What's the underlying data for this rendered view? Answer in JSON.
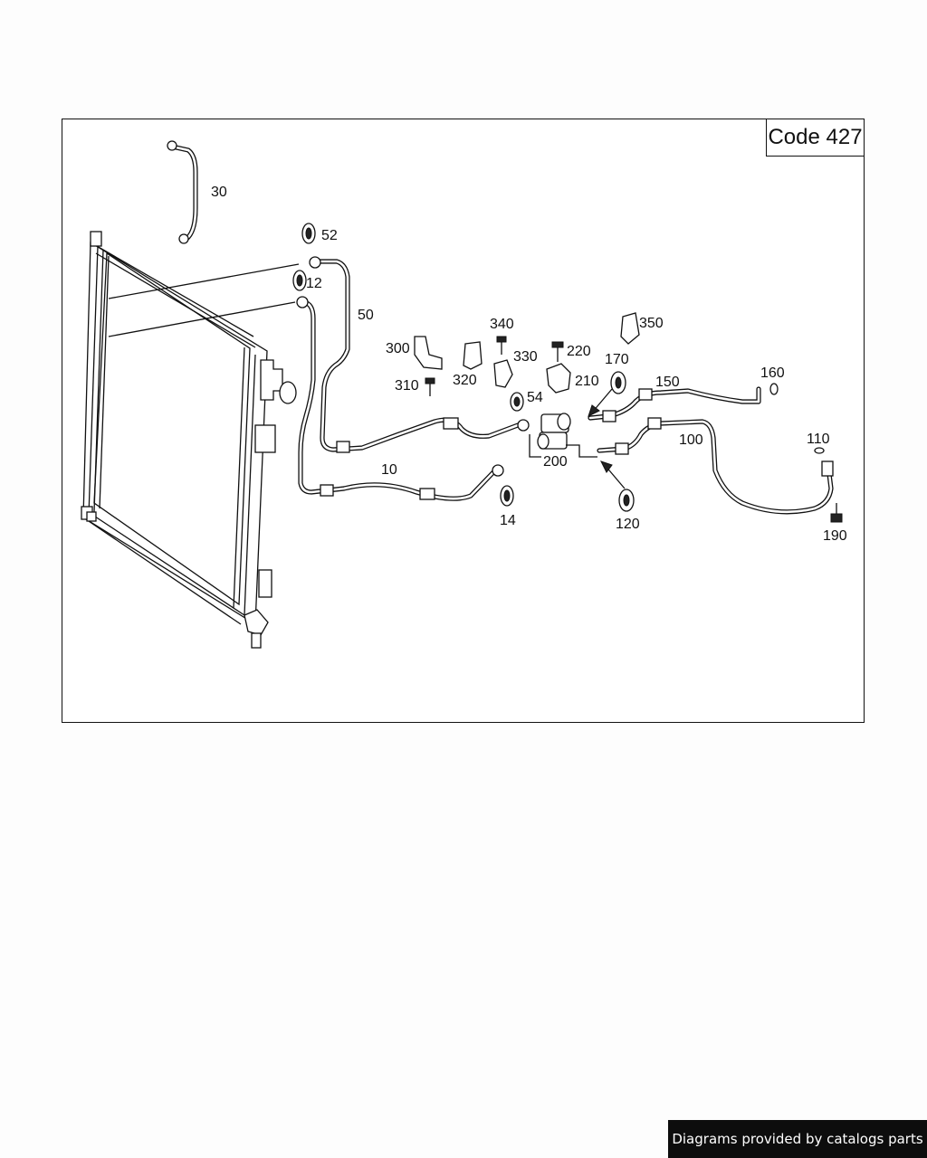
{
  "diagram": {
    "code_label": "Code 427",
    "credit": "Diagrams provided by catalogs parts",
    "labels": {
      "l30": "30",
      "l52": "52",
      "l12": "12",
      "l50": "50",
      "l340": "340",
      "l350": "350",
      "l300": "300",
      "l330": "330",
      "l220": "220",
      "l170": "170",
      "l320": "320",
      "l210": "210",
      "l310": "310",
      "l54": "54",
      "l150": "150",
      "l160": "160",
      "l10": "10",
      "l200": "200",
      "l100": "100",
      "l110": "110",
      "l14": "14",
      "l120": "120",
      "l190": "190"
    }
  }
}
